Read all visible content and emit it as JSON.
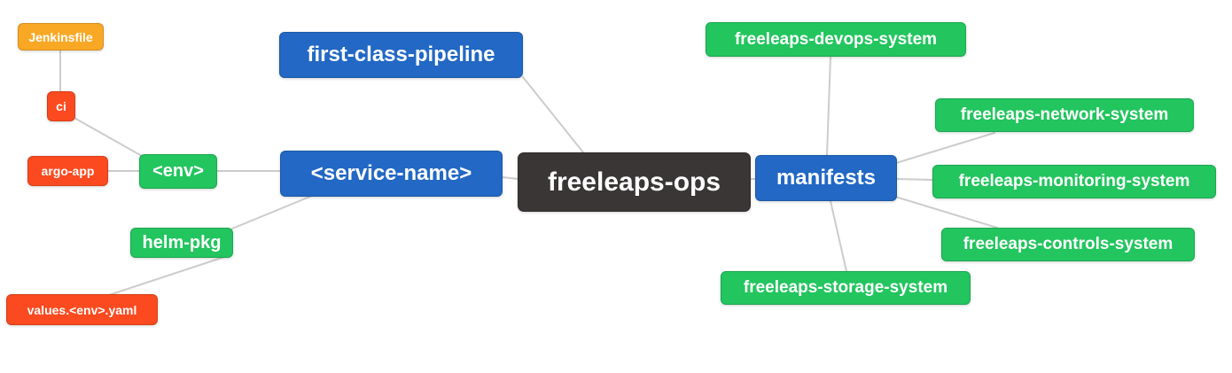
{
  "diagram": {
    "type": "mindmap",
    "colors": {
      "root": "#3a3636",
      "branch_blue": "#2268c4",
      "leaf_green": "#22c55e",
      "leaf_red": "#fb4a1f",
      "leaf_orange": "#f9a825",
      "edge": "#cccccc",
      "text": "#ffffff",
      "background": "#ffffff"
    },
    "nodes": {
      "root": {
        "label": "freeleaps-ops"
      },
      "first_class_pipeline": {
        "label": "first-class-pipeline"
      },
      "service_name": {
        "label": "<service-name>"
      },
      "manifests": {
        "label": "manifests"
      },
      "env": {
        "label": "<env>"
      },
      "helm_pkg": {
        "label": "helm-pkg"
      },
      "ci": {
        "label": "ci"
      },
      "argo_app": {
        "label": "argo-app"
      },
      "jenkinsfile": {
        "label": "Jenkinsfile"
      },
      "values_env_yaml": {
        "label": "values.<env>.yaml"
      },
      "devops": {
        "label": "freeleaps-devops-system"
      },
      "network": {
        "label": "freeleaps-network-system"
      },
      "monitoring": {
        "label": "freeleaps-monitoring-system"
      },
      "controls": {
        "label": "freeleaps-controls-system"
      },
      "storage": {
        "label": "freeleaps-storage-system"
      }
    },
    "edges": [
      {
        "from": "root",
        "to": "first_class_pipeline"
      },
      {
        "from": "root",
        "to": "service_name"
      },
      {
        "from": "root",
        "to": "manifests"
      },
      {
        "from": "service_name",
        "to": "env"
      },
      {
        "from": "service_name",
        "to": "helm_pkg"
      },
      {
        "from": "env",
        "to": "ci"
      },
      {
        "from": "env",
        "to": "argo_app"
      },
      {
        "from": "ci",
        "to": "jenkinsfile"
      },
      {
        "from": "helm_pkg",
        "to": "values_env_yaml"
      },
      {
        "from": "manifests",
        "to": "devops"
      },
      {
        "from": "manifests",
        "to": "network"
      },
      {
        "from": "manifests",
        "to": "monitoring"
      },
      {
        "from": "manifests",
        "to": "controls"
      },
      {
        "from": "manifests",
        "to": "storage"
      }
    ]
  }
}
